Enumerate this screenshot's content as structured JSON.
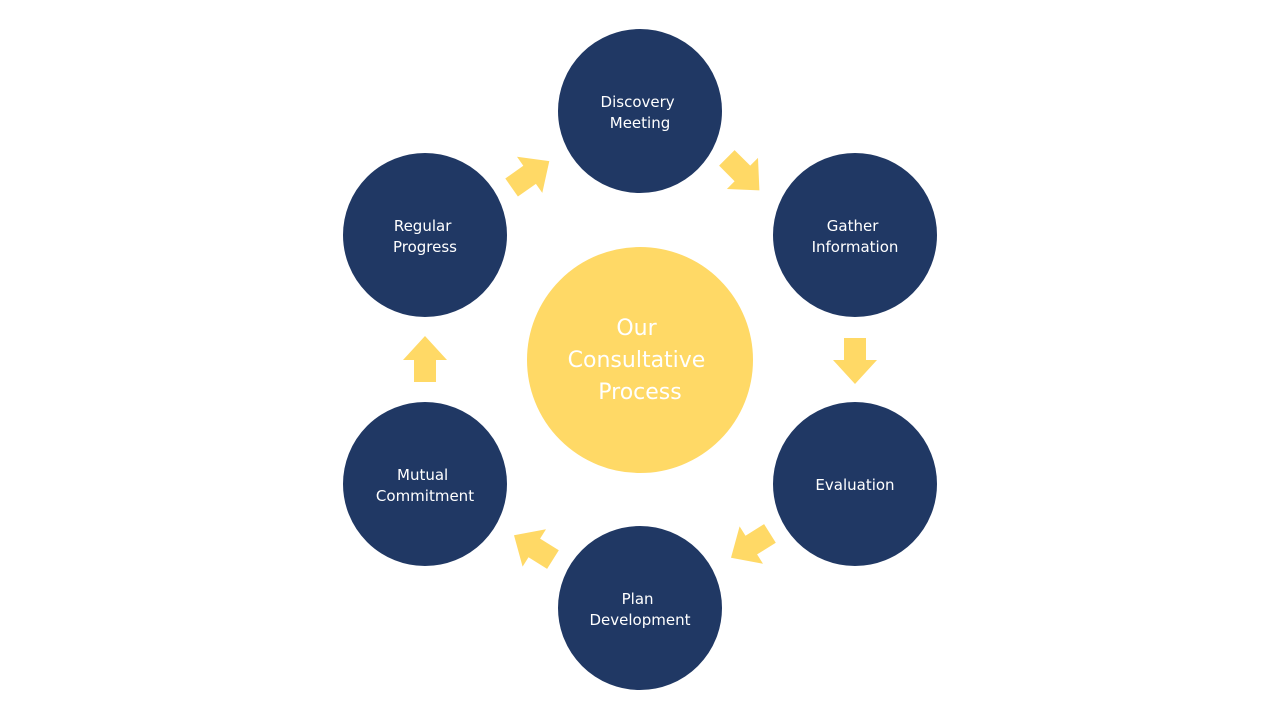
{
  "diagram": {
    "center": {
      "lines": [
        "Our",
        "Consultative",
        "Process"
      ]
    },
    "steps": [
      {
        "id": "discovery-meeting",
        "lines": [
          "Discovery",
          "Meeting"
        ]
      },
      {
        "id": "gather-information",
        "lines": [
          "Gather",
          "Information"
        ]
      },
      {
        "id": "evaluation",
        "lines": [
          "Evaluation"
        ]
      },
      {
        "id": "plan-development",
        "lines": [
          "Plan",
          "Development"
        ]
      },
      {
        "id": "mutual-commitment",
        "lines": [
          "Mutual",
          "Commitment"
        ]
      },
      {
        "id": "regular-progress",
        "lines": [
          "Regular",
          "Progress"
        ]
      }
    ],
    "colors": {
      "node_fill": "#203864",
      "center_fill": "#ffd966",
      "arrow_fill": "#ffd966",
      "text": "#ffffff"
    },
    "icons": [
      "cycle-arrow-icon"
    ]
  }
}
